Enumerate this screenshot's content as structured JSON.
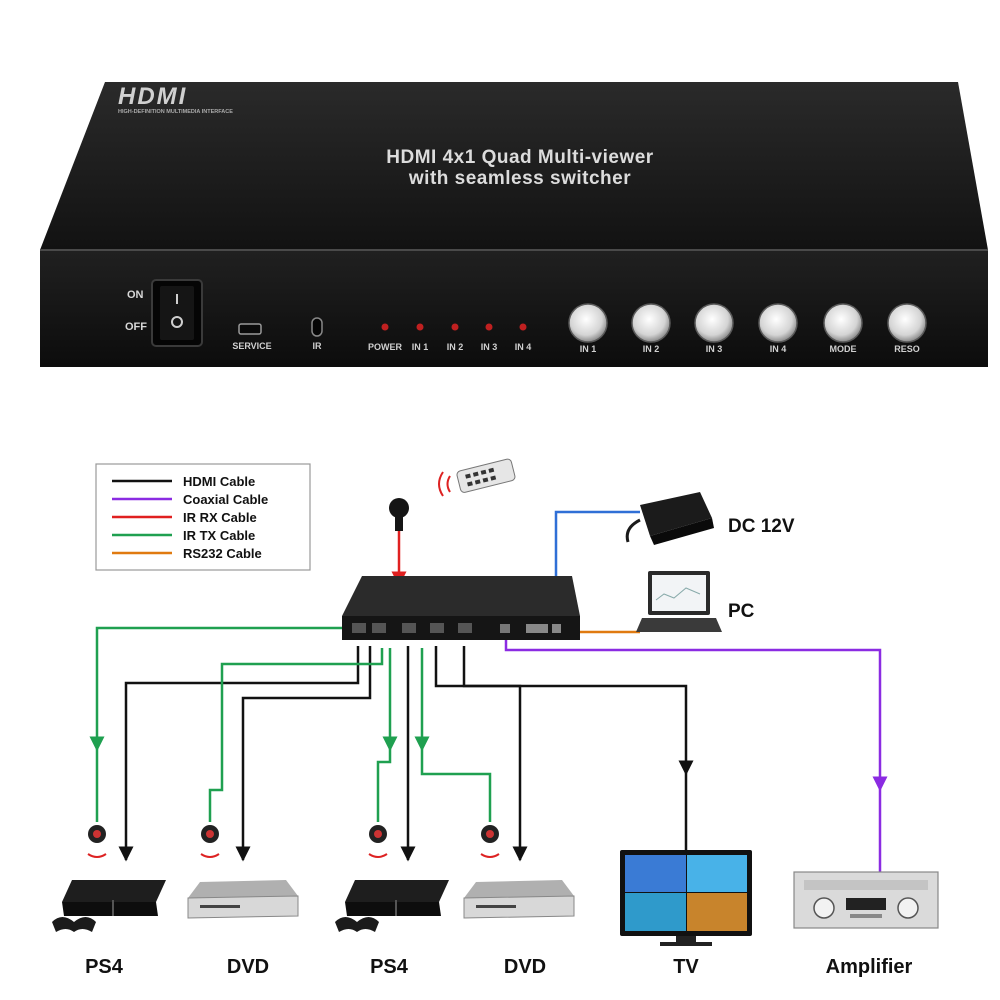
{
  "product": {
    "logo": "HDMI",
    "logo_sub": "HIGH-DEFINITION MULTIMEDIA INTERFACE",
    "title_line1": "HDMI 4x1 Quad Multi-viewer",
    "title_line2": "with seamless switcher",
    "power_switch": {
      "on": "ON",
      "off": "OFF"
    },
    "service_label": "SERVICE",
    "ir_label": "IR",
    "led_labels": [
      "POWER",
      "IN 1",
      "IN 2",
      "IN 3",
      "IN 4"
    ],
    "button_labels": [
      "IN 1",
      "IN 2",
      "IN 3",
      "IN 4",
      "MODE",
      "RESO"
    ]
  },
  "legend": {
    "items": [
      {
        "label": "HDMI Cable",
        "color": "#111111"
      },
      {
        "label": "Coaxial Cable",
        "color": "#8b2be2"
      },
      {
        "label": "IR RX Cable",
        "color": "#e02020"
      },
      {
        "label": "IR TX Cable",
        "color": "#1fa050"
      },
      {
        "label": "RS232 Cable",
        "color": "#e07a10"
      }
    ]
  },
  "devices": {
    "power": "DC 12V",
    "pc": "PC",
    "sources": [
      "PS4",
      "DVD",
      "PS4",
      "DVD"
    ],
    "tv": "TV",
    "amplifier": "Amplifier"
  },
  "colors": {
    "hdmi": "#111111",
    "coax": "#8b2be2",
    "ir_rx": "#e02020",
    "ir_tx": "#1fa050",
    "rs232": "#e07a10",
    "dc": "#2f6fd6",
    "device_body": "#1b1b1b"
  }
}
